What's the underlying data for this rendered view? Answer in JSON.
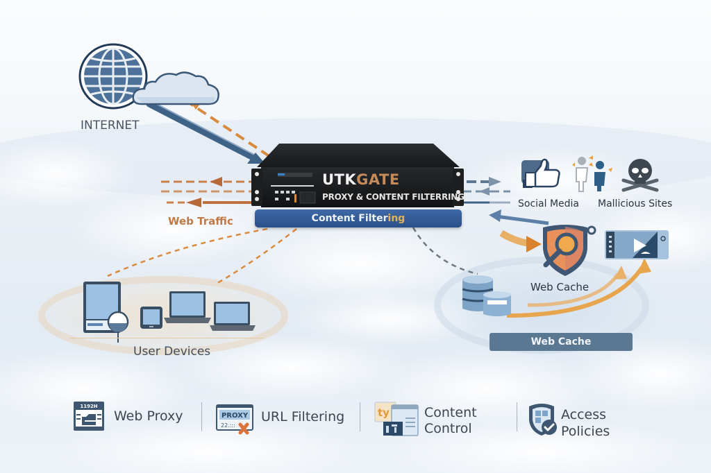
{
  "diagram": {
    "internet": {
      "label": "INTERNET"
    },
    "appliance": {
      "brand_prefix": "UTK",
      "brand_suffix": "GATE",
      "subtitle": "PROXY & CONTENT FILTERRING",
      "banner_main": "Content Filter",
      "banner_accent": "ing"
    },
    "web_traffic": {
      "label": "Web Traffic"
    },
    "threats": [
      {
        "label": "Social Media",
        "icon": "thumbs-up-icon"
      },
      {
        "label": "Mallicious Sites",
        "icon": "skull-crossbones-icon"
      }
    ],
    "web_cache": {
      "icon_label": "Web Cache",
      "banner_label": "Web Cache"
    },
    "user_devices": {
      "label": "User Devices"
    },
    "features": [
      {
        "label": "Web Proxy",
        "icon": "web-proxy-icon",
        "icon_text": "1192H"
      },
      {
        "label": "URL Filtering",
        "icon": "url-filtering-icon",
        "icon_text": "PROXY",
        "icon_subtext": "22.:::"
      },
      {
        "label_line1": "Content",
        "label_line2": "Control",
        "icon": "content-control-icon",
        "icon_text": "ty"
      },
      {
        "label_line1": "Access",
        "label_line2": "Policies",
        "icon": "access-policies-icon"
      }
    ],
    "colors": {
      "accent_orange": "#c97a3e",
      "brand_orange": "#c48a5a",
      "steel_blue": "#3f6287",
      "banner_blue": "#2f5b93",
      "cache_banner": "#5a7a96",
      "text_dark": "#3a4452"
    }
  }
}
